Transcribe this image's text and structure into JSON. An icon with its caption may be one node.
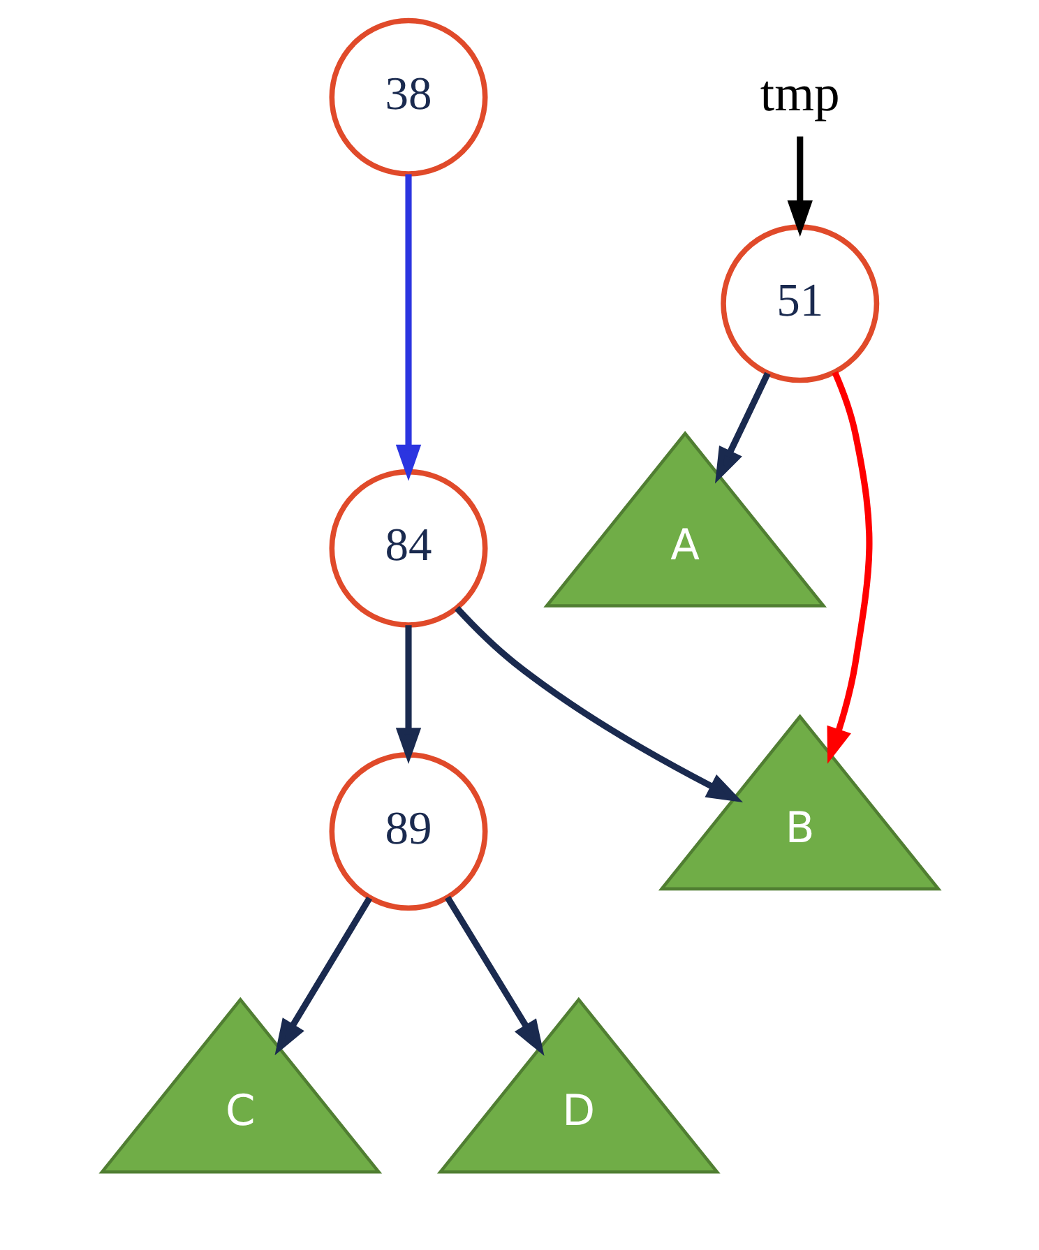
{
  "diagram": {
    "nodes": [
      {
        "text": [
          "38"
        ]
      },
      {
        "text": [
          "tmp"
        ]
      },
      {
        "text": [
          "51"
        ]
      },
      {
        "text": [
          "A"
        ]
      },
      {
        "text": [
          "84"
        ]
      },
      {
        "text": [
          "B"
        ]
      },
      {
        "text": [
          "89"
        ]
      },
      {
        "text": [
          "C"
        ]
      },
      {
        "text": [
          "D"
        ]
      }
    ],
    "edges": [
      {
        "from": 0,
        "to": 4,
        "arrow": "to",
        "color": "#2b35e0"
      },
      {
        "from": 1,
        "to": 2,
        "arrow": "to",
        "color": "#000000"
      },
      {
        "from": 2,
        "to": 3,
        "arrow": "to"
      },
      {
        "from": 2,
        "to": 5,
        "arrow": "to",
        "color": "#ff0000"
      },
      {
        "from": 4,
        "to": 5,
        "arrow": "to"
      },
      {
        "from": 4,
        "to": 6,
        "arrow": "to"
      },
      {
        "from": 6,
        "to": 7,
        "arrow": "to"
      },
      {
        "from": 6,
        "to": 8,
        "arrow": "to"
      }
    ]
  }
}
